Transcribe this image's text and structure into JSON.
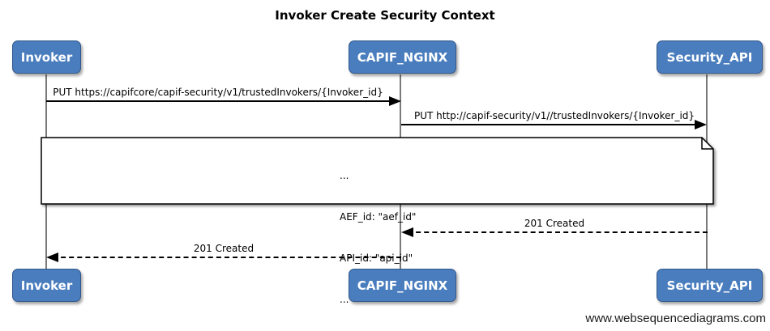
{
  "title": "Invoker Create Security Context",
  "actors": [
    {
      "name": "Invoker"
    },
    {
      "name": "CAPIF_NGINX"
    },
    {
      "name": "Security_API"
    }
  ],
  "messages": [
    {
      "from": "Invoker",
      "to": "CAPIF_NGINX",
      "style": "solid",
      "label": "PUT https://capifcore/capif-security/v1/trustedInvokers/{Invoker_id}"
    },
    {
      "from": "CAPIF_NGINX",
      "to": "Security_API",
      "style": "solid",
      "label": "PUT http://capif-security/v1//trustedInvokers/{Invoker_id}"
    },
    {
      "from": "Security_API",
      "to": "CAPIF_NGINX",
      "style": "dashed",
      "label": "201 Created"
    },
    {
      "from": "CAPIF_NGINX",
      "to": "Invoker",
      "style": "dashed",
      "label": "201 Created"
    }
  ],
  "note": {
    "lines": [
      "...",
      "AEF_id: \"aef_id\"",
      "API_id: \"api_id\"",
      "..."
    ]
  },
  "footer": "www.websequencediagrams.com",
  "colors": {
    "actor_fill": "#4a7dbe",
    "actor_border": "#33588c",
    "lifeline": "#7a7a7a",
    "line": "#000000",
    "note_fill": "#ffffff"
  }
}
